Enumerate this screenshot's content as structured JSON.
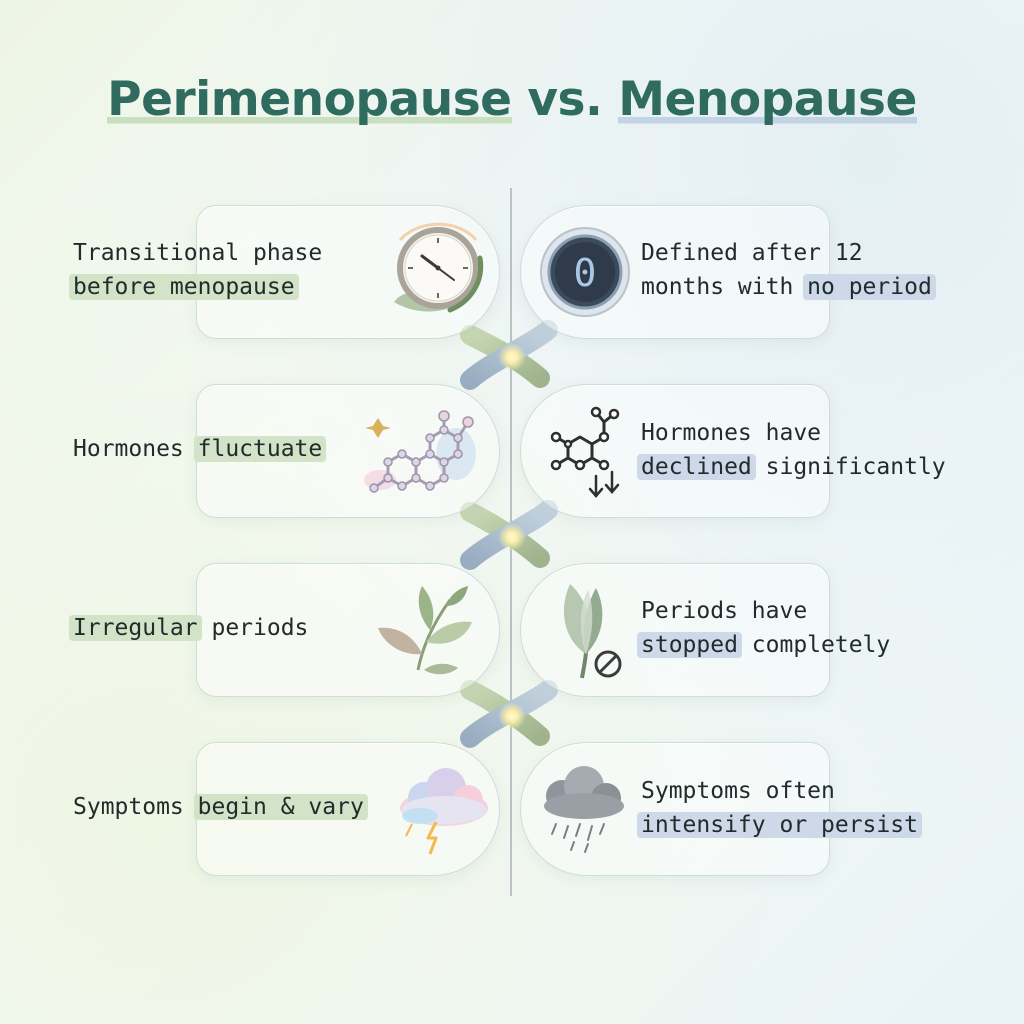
{
  "title": {
    "part1": "Perimenopause",
    "separator": " vs. ",
    "part2": "Menopause"
  },
  "rows": [
    {
      "left": {
        "line1": "Transitional phase",
        "line2": "",
        "line2_hl": "before menopause"
      },
      "right": {
        "line1": "Defined after 12",
        "line2": "months with ",
        "line2_hl": "no period"
      },
      "left_icon": "clock-icon",
      "right_icon": "timer-zero-icon",
      "timer_digit": "0"
    },
    {
      "left": {
        "pre": "Hormones ",
        "hl": "fluctuate"
      },
      "right": {
        "line1": "Hormones have",
        "line2_hl": "declined",
        "line2_post": " significantly"
      },
      "left_icon": "hormone-molecule-icon",
      "right_icon": "declining-molecule-icon"
    },
    {
      "left": {
        "hl": "Irregular",
        "post": " periods"
      },
      "right": {
        "line1": "Periods have",
        "line2_hl": "stopped",
        "line2_post": " completely"
      },
      "left_icon": "leaf-branch-icon",
      "right_icon": "closed-bud-icon"
    },
    {
      "left": {
        "pre": "Symptoms ",
        "hl": "begin & vary"
      },
      "right": {
        "line1": "Symptoms often",
        "line2_hl": "intensify or persist"
      },
      "left_icon": "storm-cloud-icon",
      "right_icon": "rain-cloud-icon"
    }
  ],
  "colors": {
    "title": "#2f6b5e",
    "highlight_green": "#d3e3c7",
    "highlight_blue": "#cdd9e8",
    "ribbon_green": "#b7c9a3",
    "ribbon_blue": "#a9bdcf"
  }
}
